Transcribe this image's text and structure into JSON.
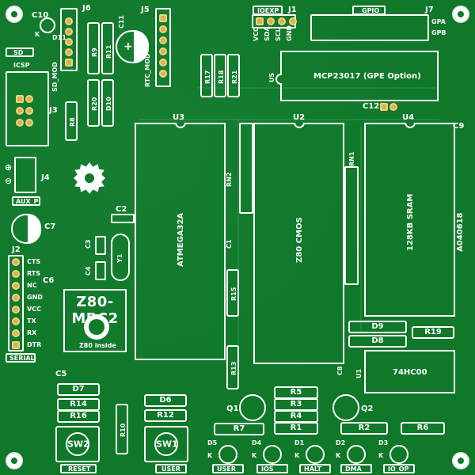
{
  "board": {
    "id_code": "A040618",
    "logo_text": "Z80-MBC2",
    "logo_sub": "Z80 inside",
    "aux_label": "AUX_P",
    "serial_label": "SERIAL",
    "reset_label": "RESET",
    "user_label": "USER",
    "rtc_mod": "RTC_MOD",
    "sd_mod": "SD_MOD",
    "sd": "SD",
    "icsp": "ICSP",
    "k_mark": "K"
  },
  "headers": {
    "ioexp": {
      "label": "IOEXP",
      "pins": [
        "VCC",
        "SDA",
        "SCL",
        "GND"
      ]
    },
    "gpio": {
      "label": "GPIO",
      "pins": [
        "GPA",
        "GPB"
      ]
    }
  },
  "chips": {
    "u2": {
      "ref": "U2",
      "name": "Z80 CMOS"
    },
    "u3": {
      "ref": "U3",
      "name": "ATMEGA32A"
    },
    "u4": {
      "ref": "U4",
      "name": "128KB SRAM"
    },
    "u5": {
      "ref": "U5",
      "name": "MCP23017 (GPE Option)"
    },
    "u1": {
      "ref": "U1",
      "name": "74HC00"
    }
  },
  "labels": {
    "J1": "J1",
    "J2": "J2",
    "J3": "J3",
    "J4": "J4",
    "J5": "J5",
    "J6": "J6",
    "J7": "J7",
    "C1": "C1",
    "C2": "C2",
    "C3": "C3",
    "C4": "C4",
    "C5": "C5",
    "C6": "C6",
    "C7": "C7",
    "C8": "C8",
    "C9": "C9",
    "C10": "C10",
    "C11": "C11",
    "C12": "C12",
    "R1": "R1",
    "R2": "R2",
    "R3": "R3",
    "R4": "R4",
    "R5": "R5",
    "R6": "R6",
    "R7": "R7",
    "R8": "R8",
    "R9": "R9",
    "R10": "R10",
    "R11": "R11",
    "R12": "R12",
    "R13": "R13",
    "R14": "R14",
    "R15": "R15",
    "R16": "R16",
    "R17": "R17",
    "R18": "R18",
    "R19": "R19",
    "R20": "R20",
    "R21": "R21",
    "RN1": "RN1",
    "RN2": "RN2",
    "D1": "D1",
    "D2": "D2",
    "D3": "D3",
    "D4": "D4",
    "D5": "D5",
    "D6": "D6",
    "D7": "D7",
    "D8": "D8",
    "D9": "D9",
    "D10": "D10",
    "D11": "D11",
    "Q1": "Q1",
    "Q2": "Q2",
    "SW1": "SW1",
    "SW2": "SW2",
    "Y1": "Y1"
  },
  "serial_pins": [
    "CTS",
    "RTS",
    "NC",
    "GND",
    "VCC",
    "TX",
    "RX",
    "DTR"
  ],
  "leds": [
    {
      "ref": "D5",
      "name": "USER"
    },
    {
      "ref": "D4",
      "name": "IOS"
    },
    {
      "ref": "D1",
      "name": "HALT"
    },
    {
      "ref": "D2",
      "name": "DMA"
    },
    {
      "ref": "D3",
      "name": "IO_OP"
    }
  ],
  "colors": {
    "board": "#0f7a2a",
    "silk": "#ffffff",
    "pad": "#d4b15a"
  }
}
